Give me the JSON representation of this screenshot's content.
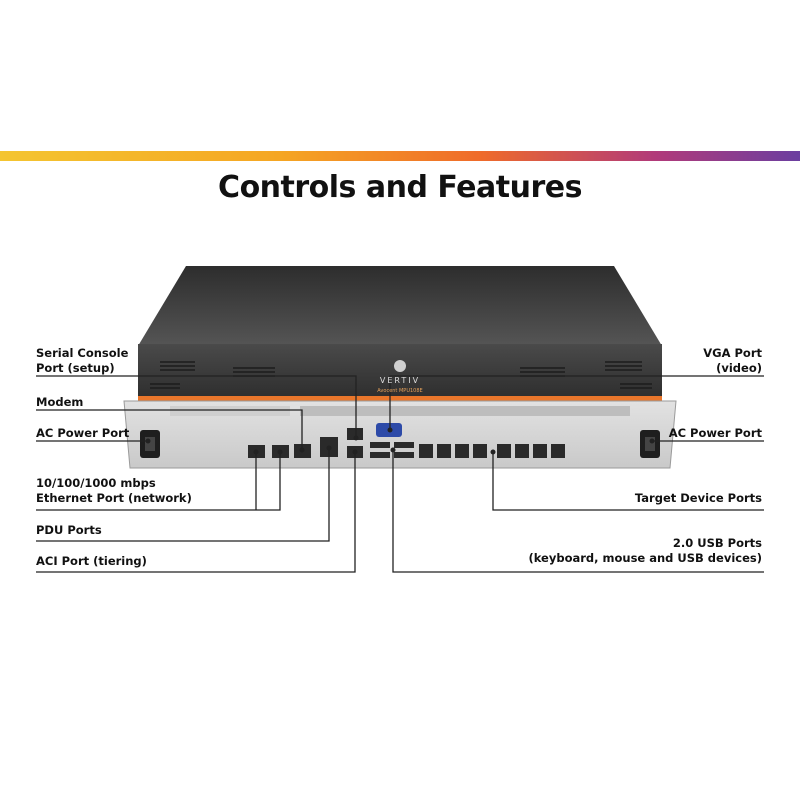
{
  "header": {
    "title": "Controls and Features"
  },
  "device": {
    "brand": "VERTIV",
    "model": "Avocent MPU108E"
  },
  "labels": {
    "serial_console": [
      "Serial Console",
      "Port (setup)"
    ],
    "modem": "Modem",
    "ac_power_left": "AC Power Port",
    "ethernet": [
      "10/100/1000 mbps",
      "Ethernet Port (network)"
    ],
    "pdu": "PDU Ports",
    "aci": "ACI Port (tiering)",
    "vga": [
      "VGA Port",
      "(video)"
    ],
    "ac_power_right": "AC Power Port",
    "target": "Target Device Ports",
    "usb": [
      "2.0 USB Ports",
      "(keyboard, mouse and USB devices)"
    ]
  },
  "colors": {
    "accent_orange": "#e9762b",
    "body_dark": "#3a3a3a",
    "panel": "#d8d8d8"
  }
}
